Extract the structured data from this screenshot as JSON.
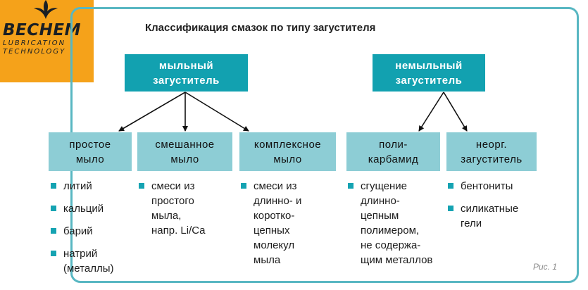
{
  "logo": {
    "brand": "BECHEM",
    "tagline": [
      "LUBRICATION",
      "TECHNOLOGY"
    ]
  },
  "title": "Классификация смазок по типу загустителя",
  "roots": [
    {
      "label": "мыльный\nзагуститель"
    },
    {
      "label": "немыльный\nзагуститель"
    }
  ],
  "types": [
    {
      "label": "простое\nмыло"
    },
    {
      "label": "смешанное\nмыло"
    },
    {
      "label": "комплексное\nмыло"
    },
    {
      "label": "поли-\nкарбамид"
    },
    {
      "label": "неорг.\nзагуститель"
    }
  ],
  "details": {
    "simple": [
      "литий",
      "кальций",
      "барий",
      "натрий\n(металлы)"
    ],
    "mixed": [
      "смеси из\nпростого\nмыла,\nнапр. Li/Ca"
    ],
    "complex": [
      "смеси из\nдлинно- и\nкоротко-\nцепных\nмолекул\nмыла"
    ],
    "polyurea": [
      "сгущение\nдлинно-\nцепным\nполимером,\nне содержа-\nщим металлов"
    ],
    "inorganic": [
      "бентониты",
      "силикатные\nгели"
    ]
  },
  "figure_label": "Рис. 1",
  "colors": {
    "frame": "#58b7c2",
    "root_box": "#12a1b0",
    "child_box": "#8dcdd5",
    "bullet": "#15a3b2",
    "logo_bg": "#f5a21a"
  }
}
